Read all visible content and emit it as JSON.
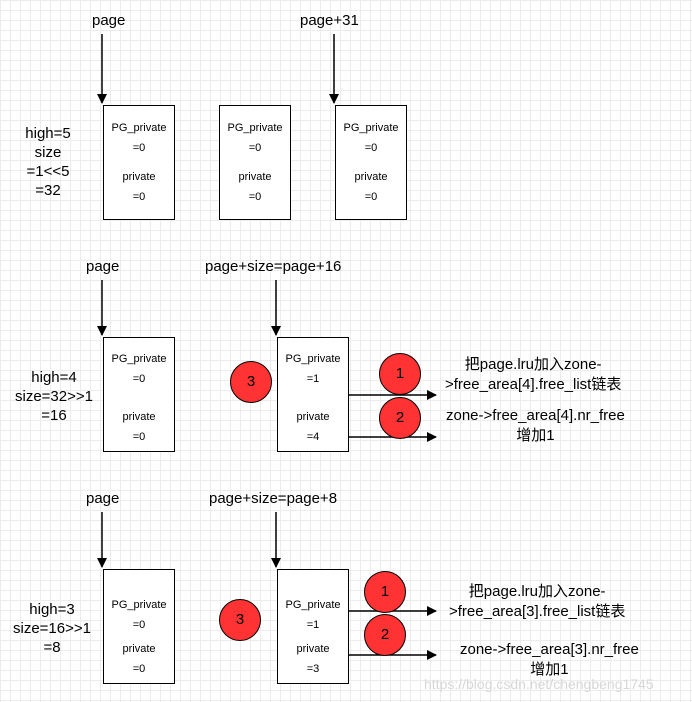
{
  "section1": {
    "label_page": "page",
    "label_page31": "page+31",
    "side": [
      "high=5",
      "size",
      "=1<<5",
      "=32"
    ],
    "boxes": [
      {
        "pg_private": "PG_private",
        "pg_val": "=0",
        "private": "private",
        "priv_val": "=0"
      },
      {
        "pg_private": "PG_private",
        "pg_val": "=0",
        "private": "private",
        "priv_val": "=0"
      },
      {
        "pg_private": "PG_private",
        "pg_val": "=0",
        "private": "private",
        "priv_val": "=0"
      }
    ]
  },
  "section2": {
    "label_page": "page",
    "label_buddy": "page+size=page+16",
    "side": [
      "high=4",
      "size=32>>1",
      "=16"
    ],
    "box_left": {
      "pg_private": "PG_private",
      "pg_val": "=0",
      "private": "private",
      "priv_val": "=0"
    },
    "box_right": {
      "pg_private": "PG_private",
      "pg_val": "=1",
      "private": "private",
      "priv_val": "=4"
    },
    "circle3": "3",
    "circle1": "1",
    "circle2": "2",
    "note1": [
      "把page.lru加入zone-",
      ">free_area[4].free_list链表"
    ],
    "note2": [
      "zone->free_area[4].nr_free",
      "增加1"
    ]
  },
  "section3": {
    "label_page": "page",
    "label_buddy": "page+size=page+8",
    "side": [
      "high=3",
      "size=16>>1",
      "=8"
    ],
    "box_left": {
      "pg_private": "PG_private",
      "pg_val": "=0",
      "private": "private",
      "priv_val": "=0"
    },
    "box_right": {
      "pg_private": "PG_private",
      "pg_val": "=1",
      "private": "private",
      "priv_val": "=3"
    },
    "circle3": "3",
    "circle1": "1",
    "circle2": "2",
    "note1": [
      "把page.lru加入zone-",
      ">free_area[3].free_list链表"
    ],
    "note2": [
      "zone->free_area[3].nr_free",
      "增加1"
    ]
  },
  "watermark": "https://blog.csdn.net/chengbeng1745"
}
